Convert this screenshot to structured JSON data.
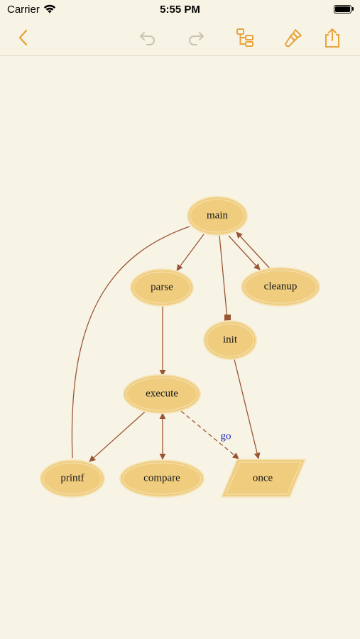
{
  "status_bar": {
    "carrier": "Carrier",
    "time": "5:55 PM"
  },
  "toolbar": {
    "back_icon": "chevron-left-icon",
    "undo_icon": "undo-icon",
    "redo_icon": "redo-icon",
    "tree_icon": "hierarchy-icon",
    "style_icon": "paintbrush-icon",
    "share_icon": "share-icon",
    "accent": "#e8a33c",
    "disabled": "#c9c4b2"
  },
  "graph": {
    "node_fill": "#f0cd7e",
    "node_stroke": "#f5e3b8",
    "edge_color": "#9b5535",
    "nodes": {
      "main": "main",
      "parse": "parse",
      "cleanup": "cleanup",
      "init": "init",
      "execute": "execute",
      "printf": "printf",
      "compare": "compare",
      "once": "once"
    },
    "edge_label_go": "go"
  }
}
